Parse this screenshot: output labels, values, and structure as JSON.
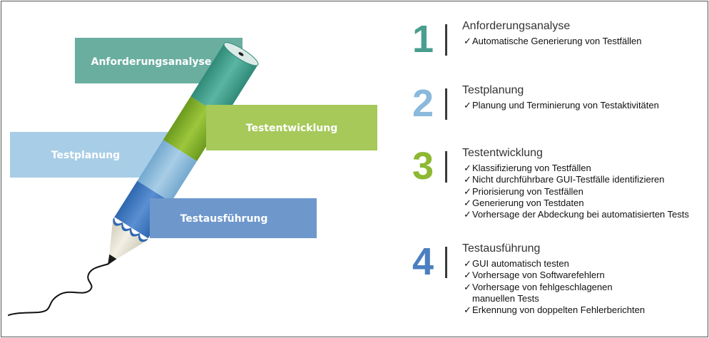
{
  "ribbons": {
    "r1": "Anforderungsanalyse",
    "r2": "Testentwicklung",
    "r3": "Testplanung",
    "r4": "Testausführung"
  },
  "steps": [
    {
      "number": "1",
      "title": "Anforderungsanalyse",
      "color": "#4a9e8e",
      "items": [
        "Automatische Generierung von Testfällen"
      ]
    },
    {
      "number": "2",
      "title": "Testplanung",
      "color": "#8ab9dc",
      "items": [
        "Planung und Terminierung von Testaktivitäten"
      ]
    },
    {
      "number": "3",
      "title": "Testentwicklung",
      "color": "#8db832",
      "items": [
        "Klassifizierung von Testfällen",
        "Nicht durchführbare GUI-Testfälle identifizieren",
        "Priorisierung von Testfällen",
        "Generierung von Testdaten",
        "Vorhersage der Abdeckung bei automatisierten Tests"
      ]
    },
    {
      "number": "4",
      "title": "Testausführung",
      "color": "#4a7fc1",
      "items": [
        "GUI automatisch testen",
        "Vorhersage von Softwarefehlern",
        "Vorhersage von fehlgeschlagenen",
        "manuellen Tests",
        "Erkennung von doppelten Fehlerberichten"
      ]
    }
  ],
  "check_mark": "✓"
}
